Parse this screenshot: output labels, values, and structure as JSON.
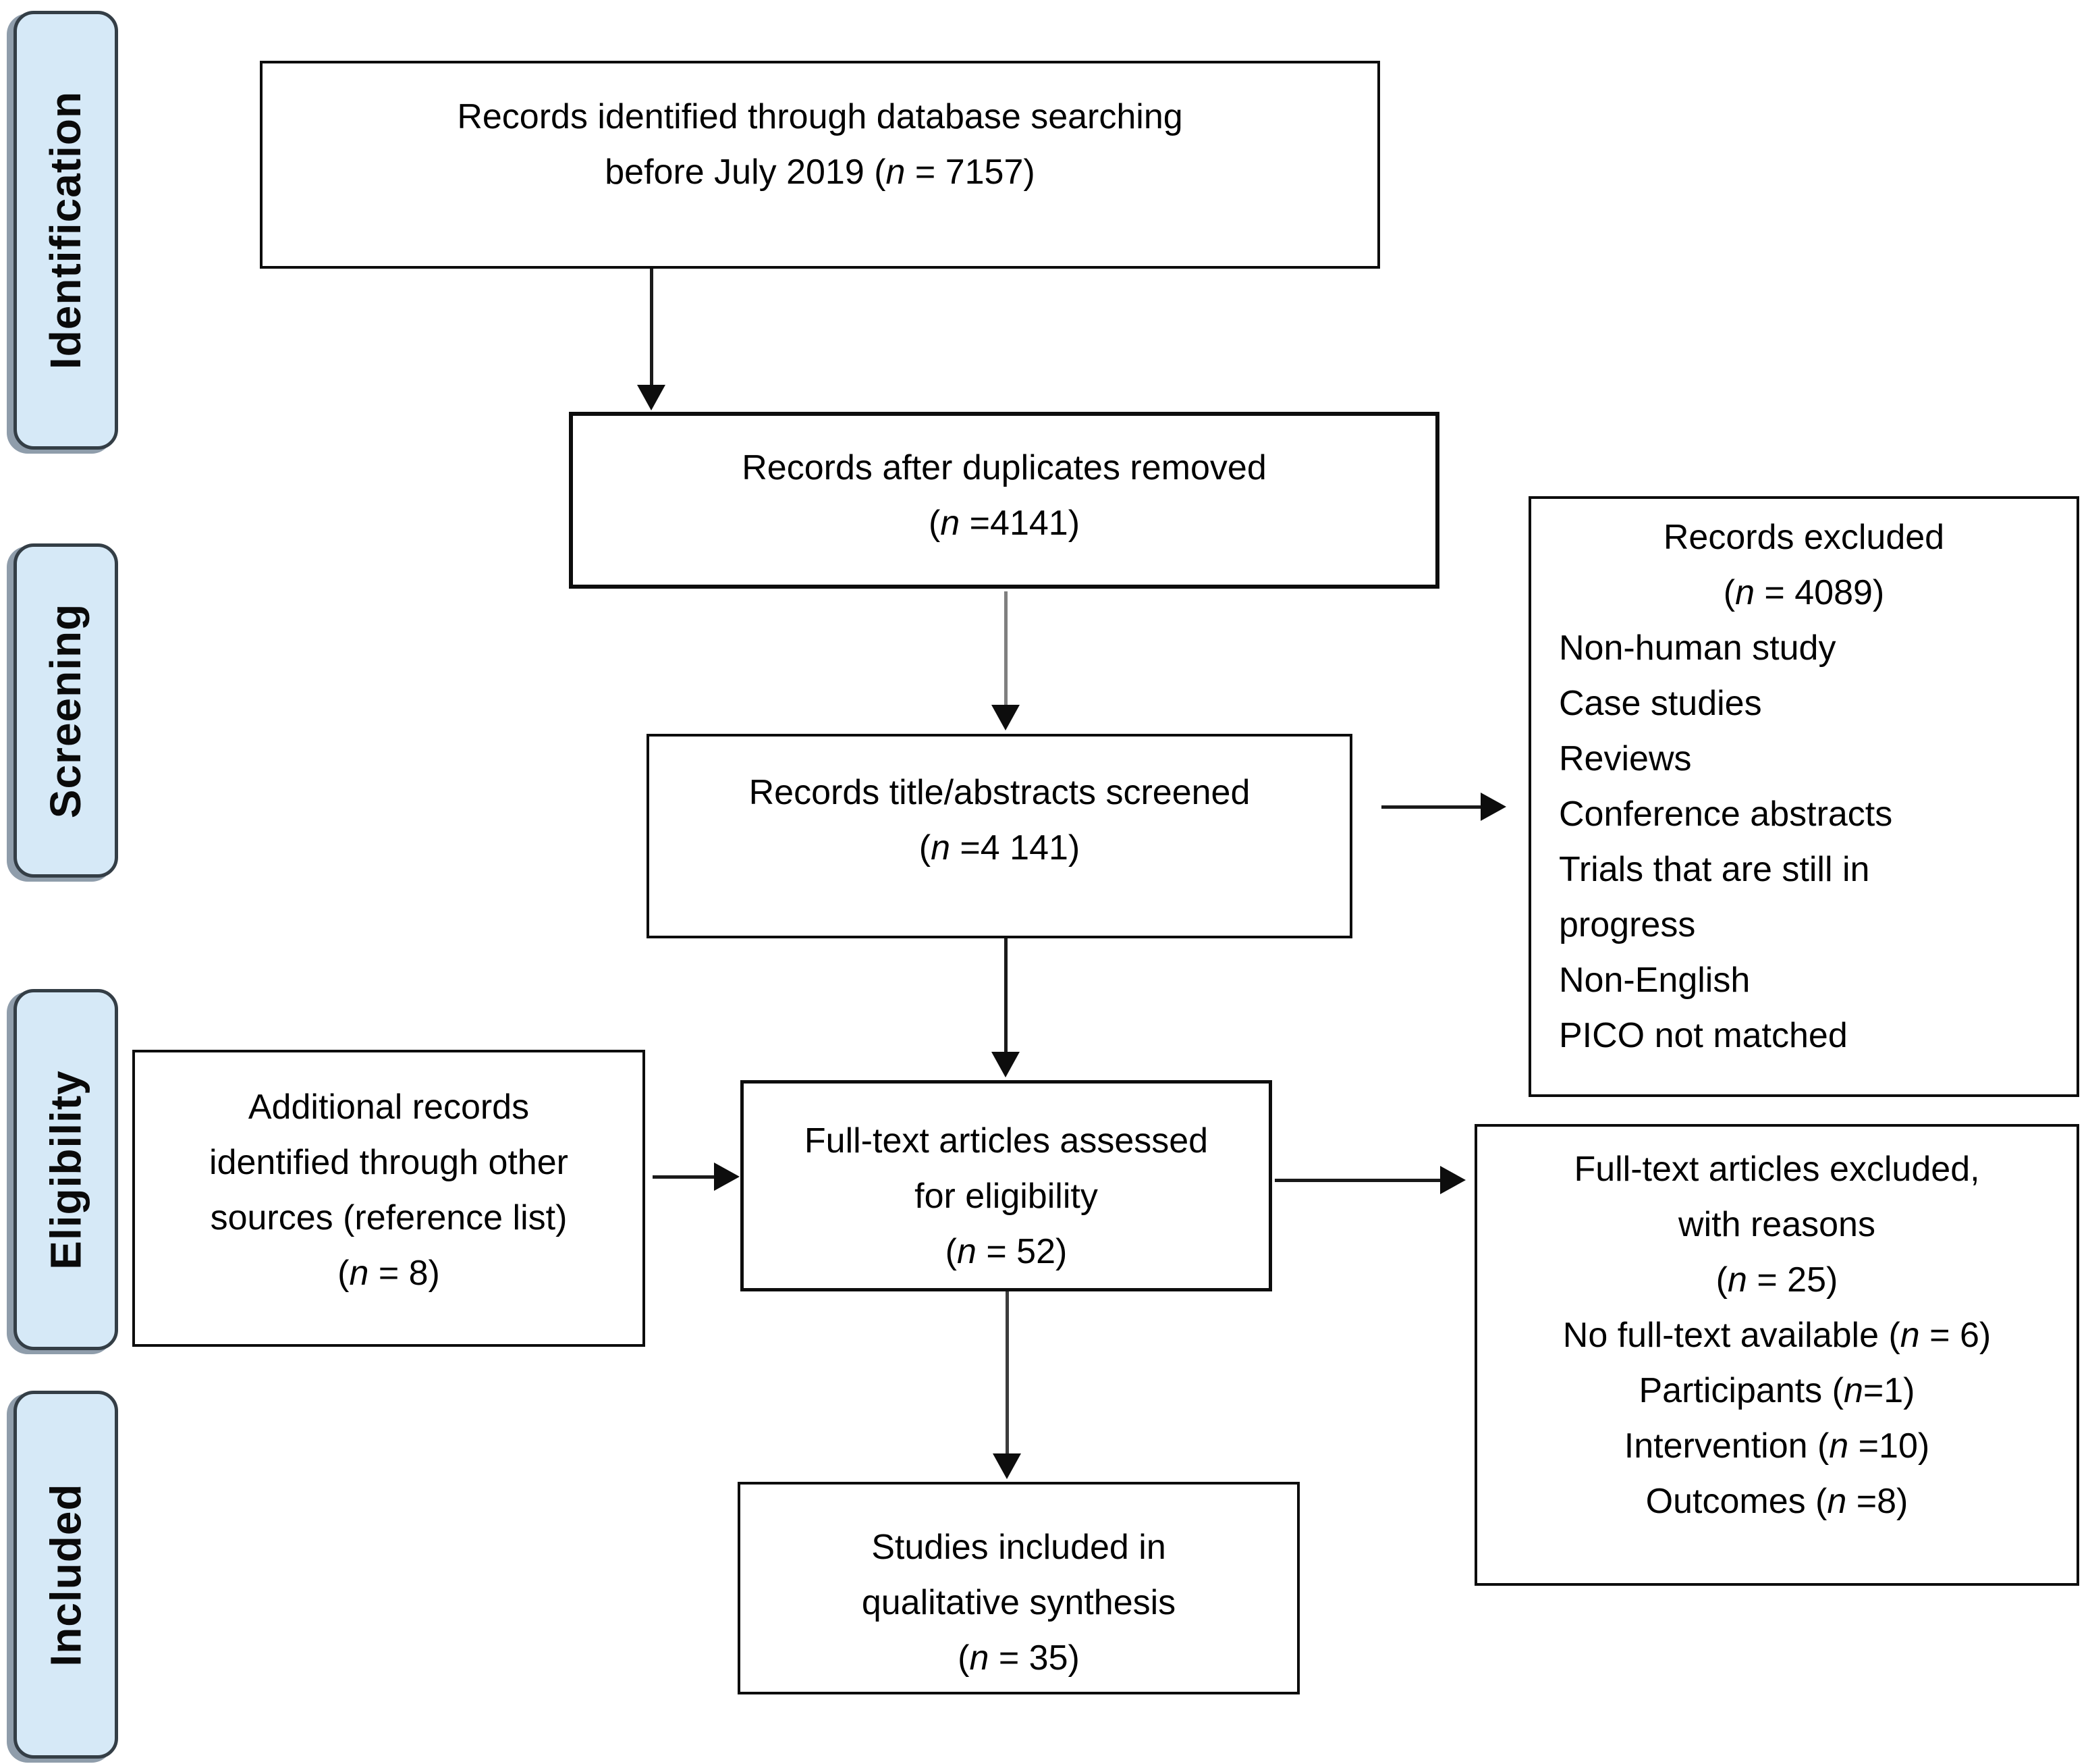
{
  "diagram": {
    "type": "prisma-flow",
    "accent_fill": "#d6e9f7",
    "accent_border": "#343e46",
    "line_color": "#1a1a1a"
  },
  "sidebar": {
    "stages": [
      {
        "label": "Identification"
      },
      {
        "label": "Screening"
      },
      {
        "label": "Eligibility"
      },
      {
        "label": "Included"
      }
    ]
  },
  "boxes": {
    "identified": {
      "lines": [
        "Records identified through database searching",
        "before July 2019 (n = 7157)"
      ]
    },
    "duplicates": {
      "lines": [
        "Records after duplicates removed",
        "(n =4141)"
      ]
    },
    "screened": {
      "lines": [
        "Records title/abstracts screened",
        "(n =4 141)"
      ]
    },
    "records_excluded": {
      "title": "Records excluded",
      "count": "(n = 4089)",
      "reasons": [
        "Non-human study",
        "Case studies",
        "Reviews",
        "Conference abstracts",
        "Trials that are still in progress",
        "Non-English",
        "PICO not matched"
      ]
    },
    "additional": {
      "lines": [
        "Additional records",
        "identified through other",
        "sources (reference list)",
        "(n = 8)"
      ]
    },
    "fulltext": {
      "lines": [
        "Full-text articles assessed",
        "for eligibility",
        "(n = 52)"
      ]
    },
    "fulltext_excluded": {
      "lines": [
        "Full-text articles excluded,",
        "with reasons",
        "(n = 25)",
        "No full-text available (n = 6)",
        "Participants (n=1)",
        "Intervention (n =10)",
        "Outcomes (n =8)"
      ]
    },
    "included_synthesis": {
      "lines": [
        "Studies included in",
        "qualitative synthesis",
        "(n = 35)"
      ]
    }
  }
}
